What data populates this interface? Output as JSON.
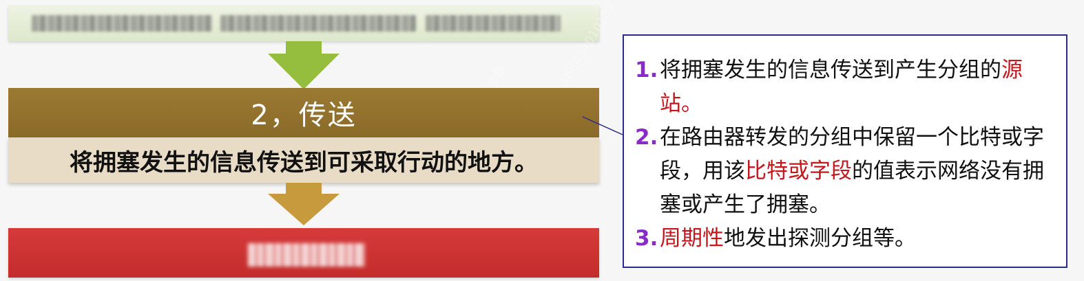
{
  "flow": {
    "step2_header": "2，传送",
    "step2_body": "将拥塞发生的信息传送到可采取行动的地方。"
  },
  "watermark": {
    "name": "李赣",
    "number": "188434010107"
  },
  "panel": {
    "items": [
      {
        "number": "1.",
        "parts": [
          {
            "text": "将拥塞发生的信息传送到产生分组的",
            "color": "#111111"
          },
          {
            "text": "源站。",
            "color": "#c4161c"
          }
        ]
      },
      {
        "number": "2.",
        "parts": [
          {
            "text": "在路由器转发的分组中保留一个比特或字段，用该",
            "color": "#111111"
          },
          {
            "text": "比特或字段",
            "color": "#c4161c"
          },
          {
            "text": "的值表示网络没有拥塞或产生了拥塞。",
            "color": "#111111"
          }
        ]
      },
      {
        "number": "3.",
        "parts": [
          {
            "text": "周期性",
            "color": "#c4161c"
          },
          {
            "text": "地发出探测分组等。",
            "color": "#111111"
          }
        ]
      }
    ]
  },
  "colors": {
    "top_block": "#dde8cb",
    "green_arrow": "#95be3e",
    "step2_header_bg": "#8a6a28",
    "step2_body_bg": "#e8dcc7",
    "gold_arrow": "#c89a3e",
    "bottom_block": "#c32c2c",
    "panel_border": "#2a2a8a",
    "number_color": "#8a2bc9",
    "highlight_red": "#c4161c"
  }
}
